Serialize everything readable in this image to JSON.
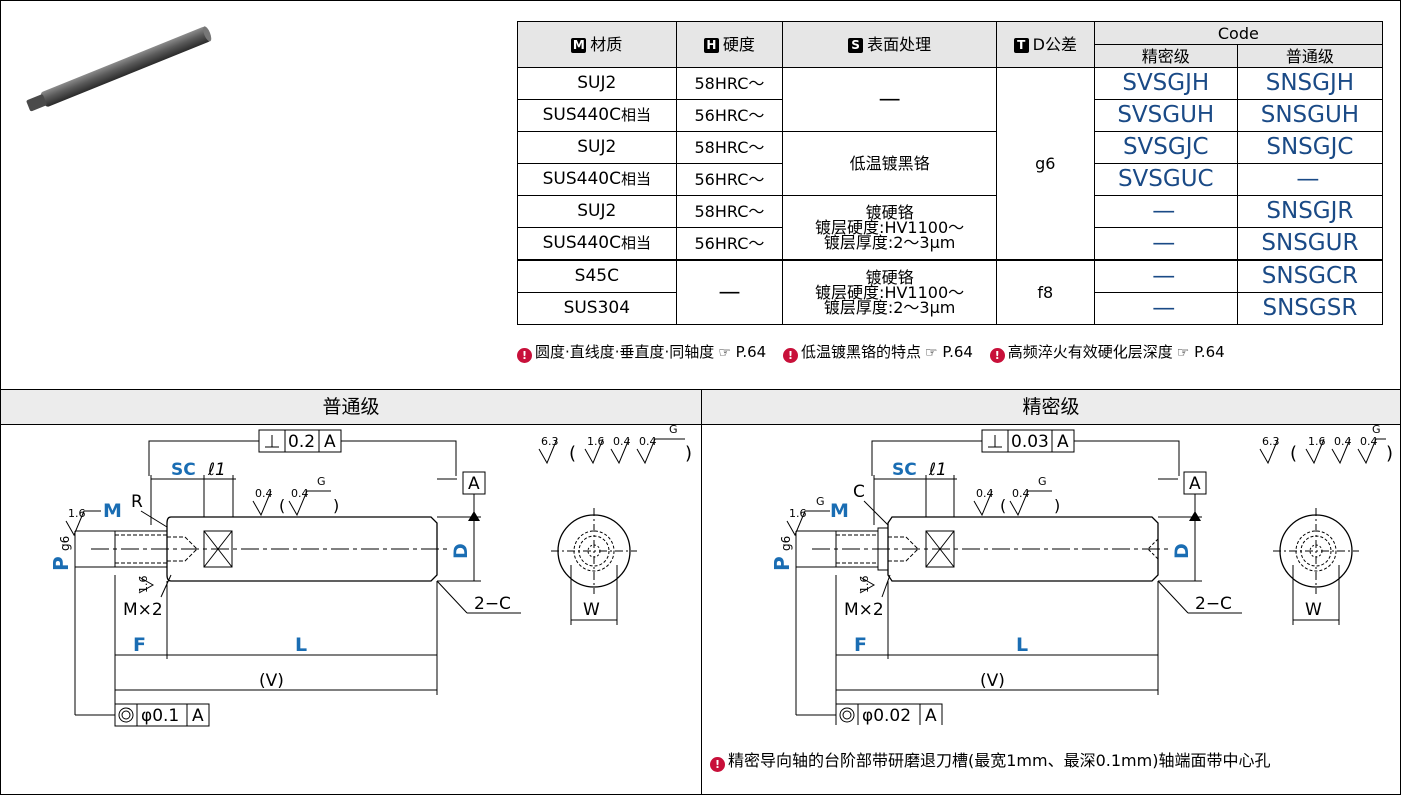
{
  "table": {
    "headers": {
      "material": {
        "badge": "M",
        "label": "材质"
      },
      "hardness": {
        "badge": "H",
        "label": "硬度"
      },
      "surface": {
        "badge": "S",
        "label": "表面处理"
      },
      "tolerance": {
        "badge": "T",
        "label": "D公差"
      },
      "code": "Code",
      "precision": "精密级",
      "normal": "普通级"
    },
    "rows": [
      {
        "material": "SUJ2",
        "material_suffix": "",
        "hardness": "58HRC～",
        "precision": "SVSGJH",
        "normal": "SNSGJH"
      },
      {
        "material": "SUS440C",
        "material_suffix": "相当",
        "hardness": "56HRC～",
        "precision": "SVSGUH",
        "normal": "SNSGUH"
      },
      {
        "material": "SUJ2",
        "material_suffix": "",
        "hardness": "58HRC～",
        "precision": "SVSGJC",
        "normal": "SNSGJC"
      },
      {
        "material": "SUS440C",
        "material_suffix": "相当",
        "hardness": "56HRC～",
        "precision": "SVSGUC",
        "normal": "—"
      },
      {
        "material": "SUJ2",
        "material_suffix": "",
        "hardness": "58HRC～",
        "precision": "—",
        "normal": "SNSGJR"
      },
      {
        "material": "SUS440C",
        "material_suffix": "相当",
        "hardness": "56HRC～",
        "precision": "—",
        "normal": "SNSGUR"
      },
      {
        "material": "S45C",
        "material_suffix": "",
        "hardness": "—",
        "precision": "—",
        "normal": "SNSGCR"
      },
      {
        "material": "SUS304",
        "material_suffix": "",
        "hardness": "",
        "precision": "—",
        "normal": "SNSGSR"
      }
    ],
    "surface_groups": [
      {
        "lines": [
          "—"
        ]
      },
      {
        "lines": [
          "低温镀黑铬"
        ]
      },
      {
        "lines": [
          "镀硬铬",
          "镀层硬度:HV1100～",
          "镀层厚度:2～3μm"
        ]
      },
      {
        "lines": [
          "镀硬铬",
          "镀层硬度:HV1100～",
          "镀层厚度:2～3μm"
        ]
      }
    ],
    "tolerance_groups": [
      "g6",
      "f8"
    ]
  },
  "notes": [
    {
      "text": "圆度·直线度·垂直度·同轴度",
      "ref": "P.64"
    },
    {
      "text": "低温镀黑铬的特点",
      "ref": "P.64"
    },
    {
      "text": "高频淬火有效硬化层深度",
      "ref": "P.64"
    }
  ],
  "note_icon": "!",
  "panels": {
    "normal": {
      "title": "普通级",
      "perp_value": "0.2",
      "datum": "A",
      "conc_value": "φ0.1",
      "edge_label": "R",
      "labels": {
        "SC": "SC",
        "l1": "ℓ1",
        "M": "M",
        "P": "P",
        "Pt": "g6",
        "D": "D",
        "F": "F",
        "L": "L",
        "V": "(V)",
        "MX2": "M×2",
        "C2": "2−C",
        "W": "W"
      }
    },
    "precision": {
      "title": "精密级",
      "perp_value": "0.03",
      "datum": "A",
      "conc_value": "φ0.02",
      "edge_label": "C",
      "labels": {
        "SC": "SC",
        "l1": "ℓ1",
        "M": "M",
        "P": "P",
        "Pt": "g6",
        "D": "D",
        "F": "F",
        "L": "L",
        "V": "(V)",
        "MX2": "M×2",
        "C2": "2−C",
        "W": "W"
      },
      "note": "精密导向轴的台阶部带研磨退刀槽(最宽1mm、最深0.1mm)轴端面带中心孔"
    }
  },
  "roughness": {
    "r63": "6.3",
    "r16": "1.6",
    "r04": "0.4",
    "g": "G"
  },
  "colors": {
    "code_blue": "#1a4a86",
    "label_blue": "#1a6db3",
    "note_red": "#c8103a"
  }
}
